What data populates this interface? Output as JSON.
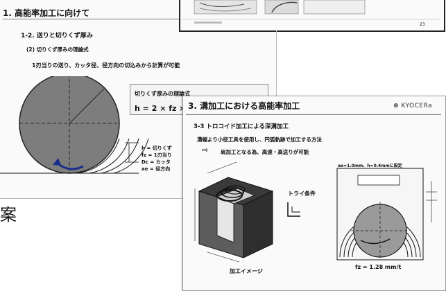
{
  "slide1": {
    "title": "1. 高能率加工に向けて",
    "subtitle": "1-2. 送りと切りくず厚み",
    "subsubtitle": "(2) 切りくず厚みの理論式",
    "description": "1刃当りの送り、カッタ径、径方向の切込みから計算が可能",
    "formula_label": "切りくず厚みの理論式",
    "formula": "h = 2 × fz ×",
    "legend": [
      "h = 切りくず",
      "fz = 1刃当り",
      "Dc = カッタ",
      "ae = 径方向"
    ]
  },
  "slide2": {
    "page_number": "23"
  },
  "background_char": "案",
  "slide3": {
    "title": "3. 溝加工における高能率加工",
    "logo": "KYOCERa",
    "subtitle": "3-3 トロコイド加工による深溝加工",
    "description": "溝幅より小径工具を使用し、円弧軌跡で加工する方法",
    "point": "肩加工となる為、高速・高送りが可能",
    "condition": "ae=1.0mm、h=0.4mmに設定",
    "trial_label": "トライ条件",
    "image_caption": "加工イメージ",
    "feed": "fz = 1.28 mm/t"
  }
}
